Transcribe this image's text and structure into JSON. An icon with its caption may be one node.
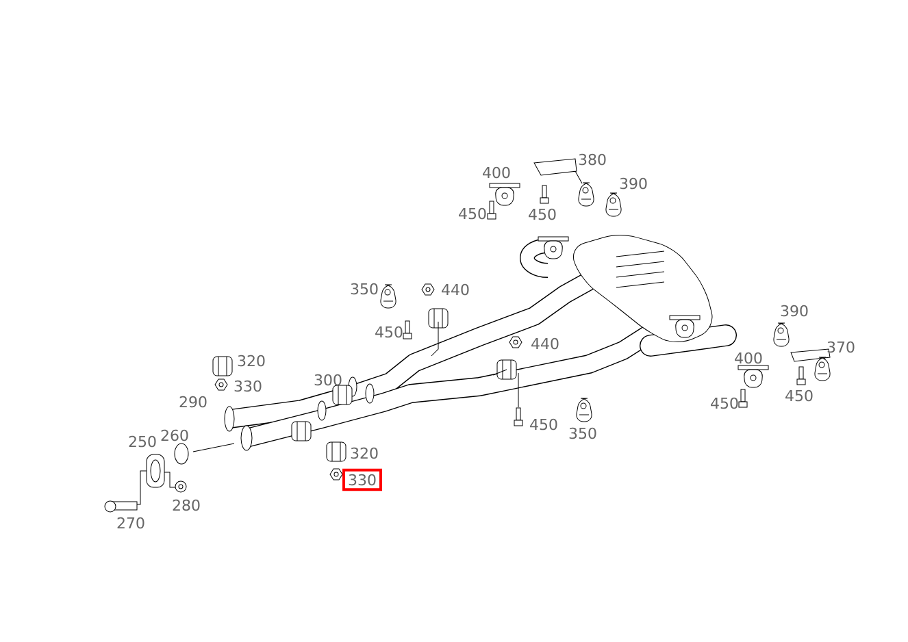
{
  "diagram": {
    "nodes": [
      {
        "text": [
          "330"
        ]
      }
    ],
    "labels": [
      "380",
      "400",
      "390",
      "450",
      "450",
      "350",
      "440",
      "390",
      "450",
      "440",
      "370",
      "400",
      "320",
      "300",
      "330",
      "450",
      "290",
      "450",
      "450",
      "350",
      "260",
      "250",
      "320",
      "280",
      "270"
    ]
  }
}
